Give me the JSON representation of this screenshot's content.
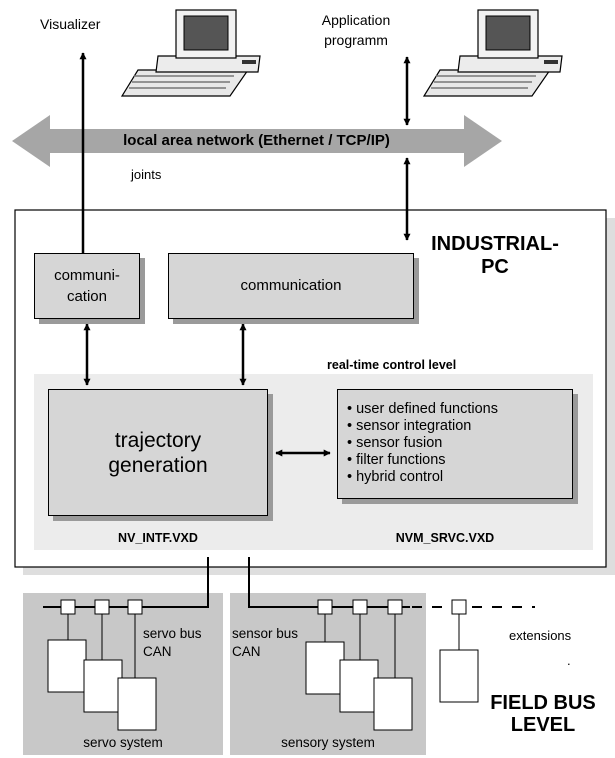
{
  "top": {
    "visualizer_label": "Visualizer",
    "application_label_line1": "Application",
    "application_label_line2": "programm",
    "network_label": "local area network (Ethernet / TCP/IP)",
    "joints_label": "joints"
  },
  "industrial_pc": {
    "title_line1": "INDUSTRIAL-",
    "title_line2": "PC",
    "comm_small_line1": "communi-",
    "comm_small_line2": "cation",
    "comm_large": "communication",
    "realtime_label": "real-time control level",
    "trajectory_line1": "trajectory",
    "trajectory_line2": "generation",
    "functions": [
      "• user defined functions",
      "• sensor integration",
      "• sensor fusion",
      "• filter functions",
      "• hybrid control"
    ],
    "driver_left": "NV_INTF.VXD",
    "driver_right": "NVM_SRVC.VXD"
  },
  "field_bus": {
    "servo_bus_line1": "servo bus",
    "servo_bus_line2": "CAN",
    "sensor_bus_line1": "sensor bus",
    "sensor_bus_line2": "CAN",
    "extensions_label": "extensions",
    "extensions_dot": ".",
    "servo_system_label": "servo system",
    "sensory_system_label": "sensory system",
    "level_title_line1": "FIELD BUS",
    "level_title_line2": "LEVEL"
  }
}
